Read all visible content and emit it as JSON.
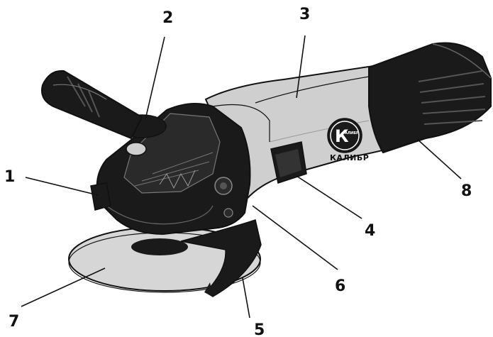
{
  "brand": {
    "name": "КАЛИБР",
    "logo_letter": "К",
    "logo_small_text": "АЛИБР"
  },
  "callouts": [
    {
      "id": "1",
      "label": "1"
    },
    {
      "id": "2",
      "label": "2"
    },
    {
      "id": "3",
      "label": "3"
    },
    {
      "id": "4",
      "label": "4"
    },
    {
      "id": "5",
      "label": "5"
    },
    {
      "id": "6",
      "label": "6"
    },
    {
      "id": "7",
      "label": "7"
    },
    {
      "id": "8",
      "label": "8"
    }
  ],
  "colors": {
    "body_grey": "#c9c9c9",
    "body_light": "#dedede",
    "dark": "#1a1a1a",
    "disc": "#d4d4d4",
    "outline": "#111111"
  }
}
